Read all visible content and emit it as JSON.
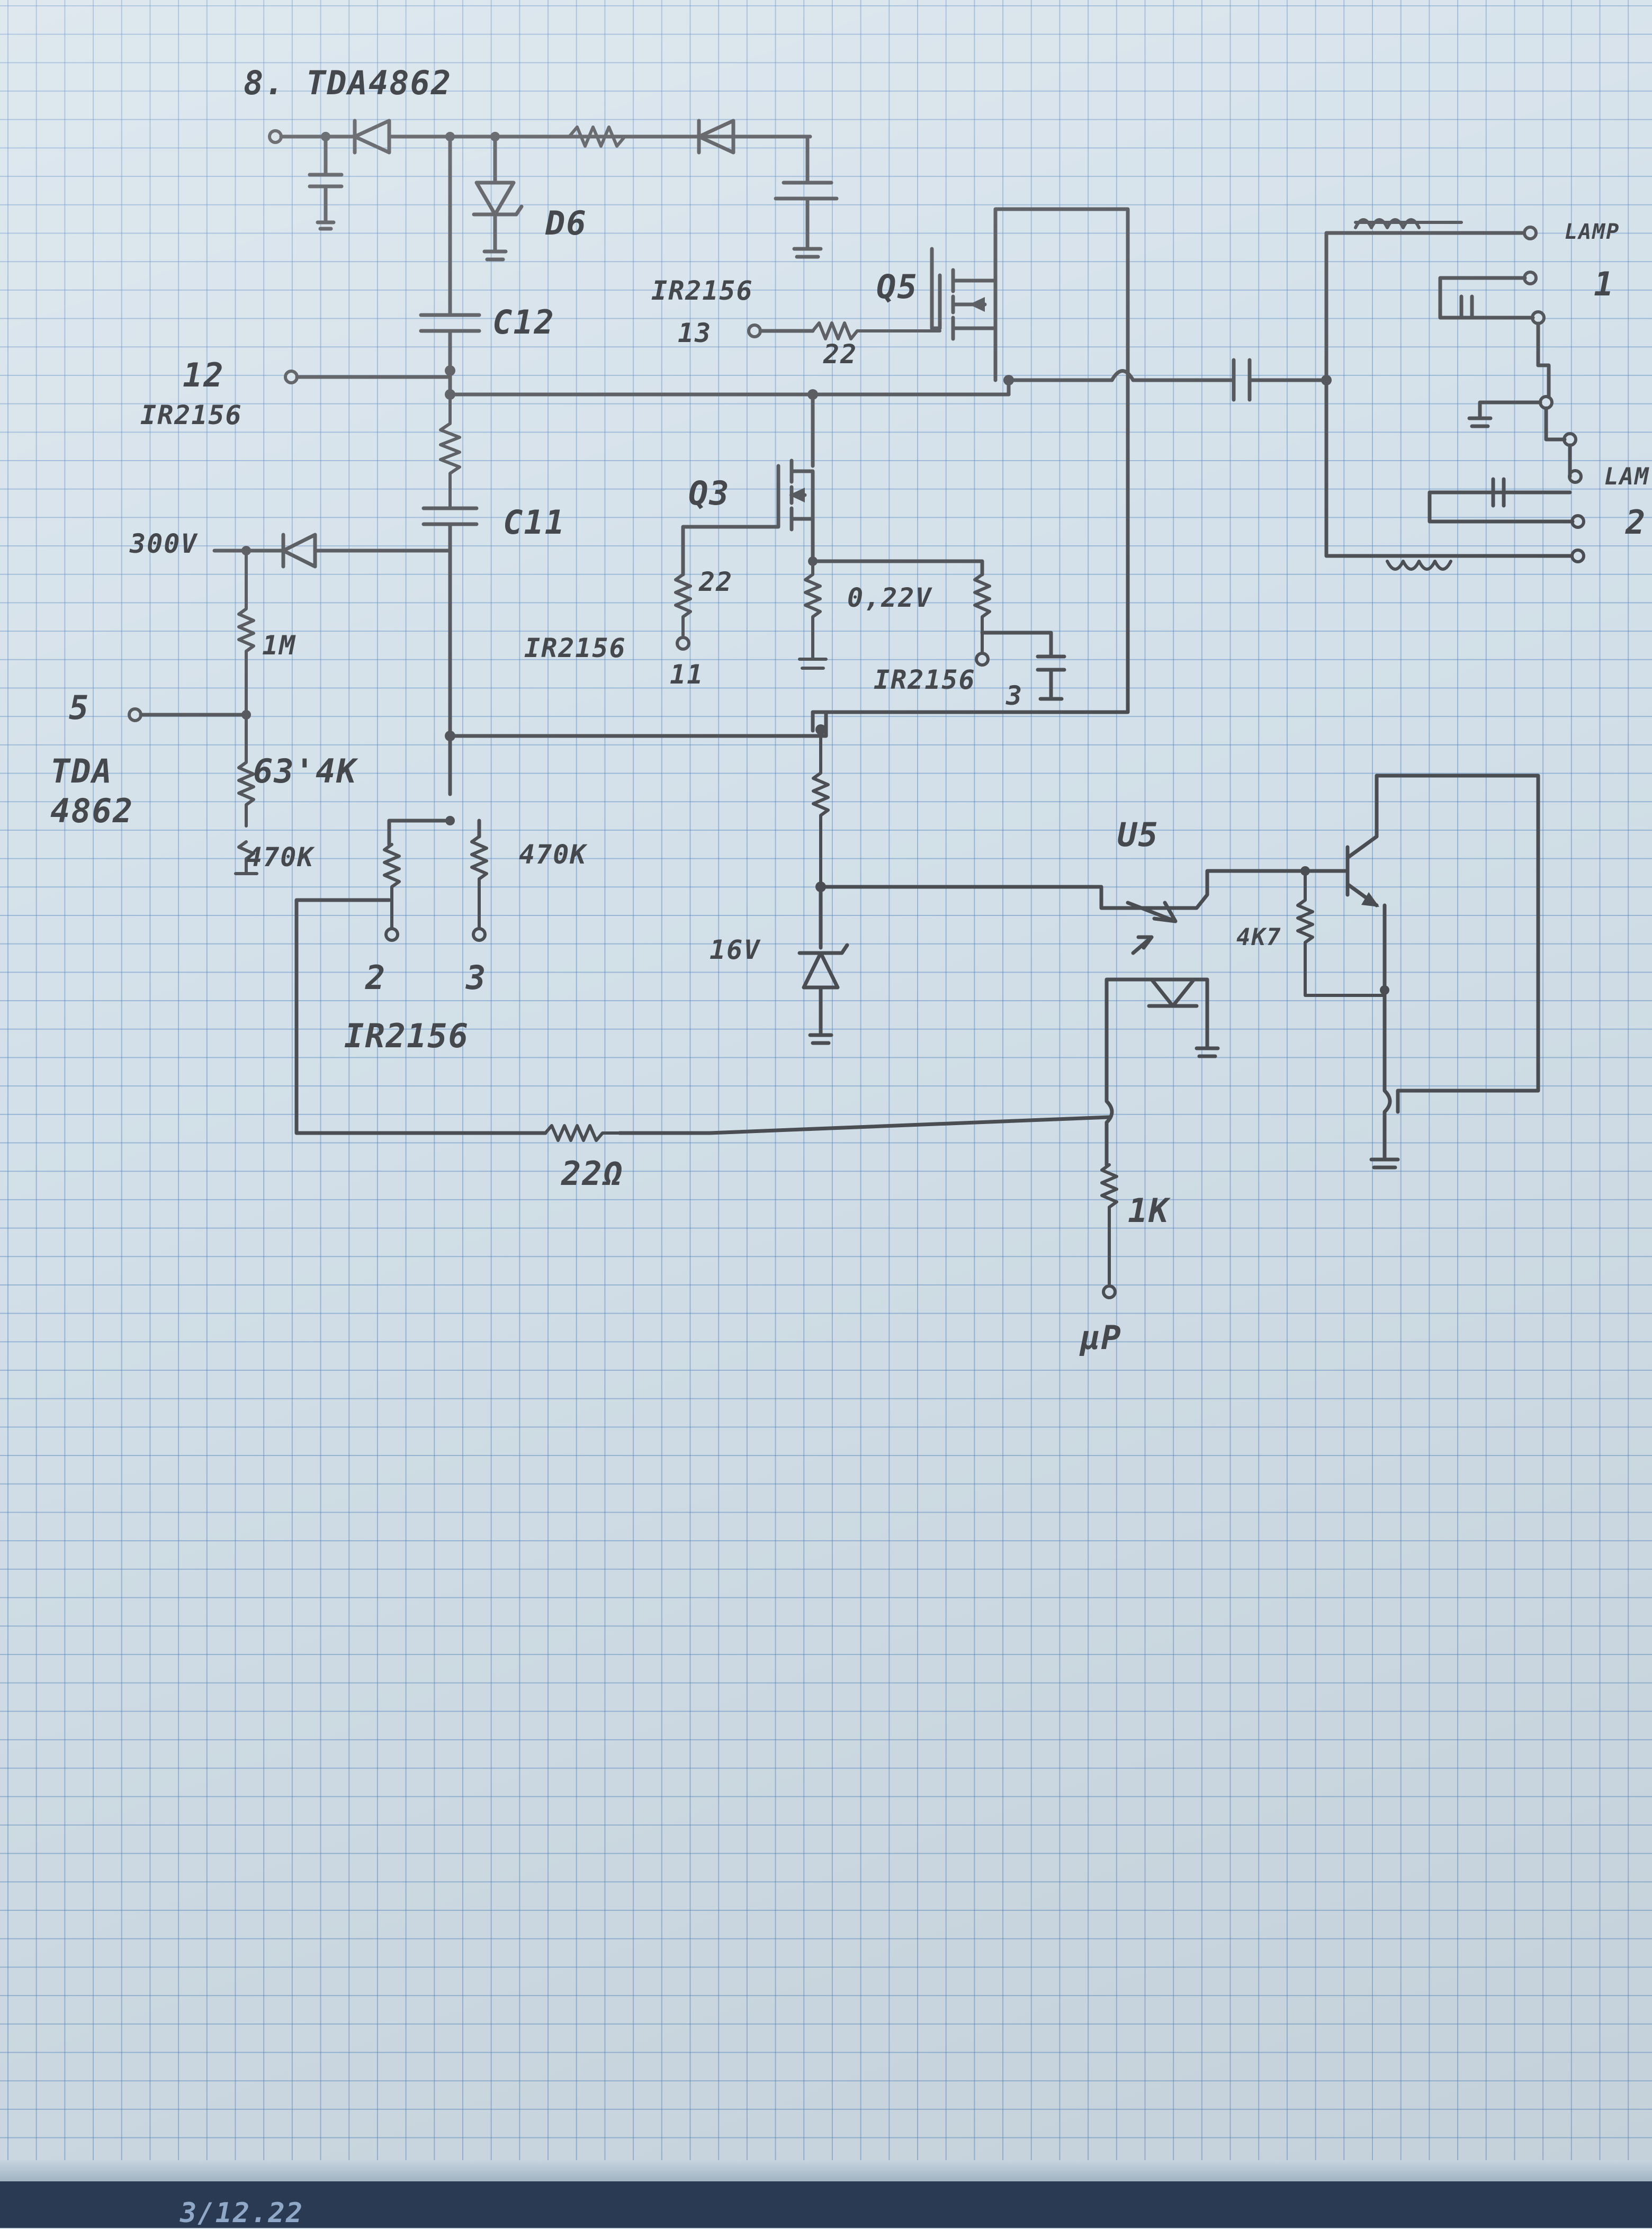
{
  "labels": {
    "tda_pin8": "8. TDA4862",
    "d6": "D6",
    "c12": "C12",
    "ir_pin13_chip": "IR2156",
    "ir_pin13_num": "13",
    "q5_gate_r": "22",
    "q5": "Q5",
    "lamp1_a": "LAMP",
    "lamp1_b": "1",
    "ir_pin12_num": "12",
    "ir_pin12_chip": "IR2156",
    "c11": "C11",
    "q3": "Q3",
    "supply": "300V",
    "r_1m": "1M",
    "q3_gate_r": "22",
    "ir_pin11_chip": "IR2156",
    "ir_pin11_num": "11",
    "shunt": "0,22V",
    "ir_pin3_chip": "IR2156",
    "ir_pin3_num": "3",
    "lamp2_a": "LAM",
    "lamp2_b": "2",
    "tda_pin5_num": "5",
    "tda_pin5_a": "TDA",
    "tda_pin5_b": "4862",
    "r_634k": "63'4K",
    "r_470k_a": "470K",
    "r_470k_b": "470K",
    "u5": "U5",
    "zener": "16V",
    "r_4k7": "4K7",
    "pin2": "2",
    "pin3": "3",
    "ir_bottom": "IR2156",
    "r_22ohm": "22Ω",
    "r_1k": "1K",
    "up": "µP",
    "bottom_scrap": "3/12.22"
  },
  "colors": {
    "ink": "#4a4d52",
    "paper": "#d3e0e9",
    "grid": "#5082be"
  }
}
